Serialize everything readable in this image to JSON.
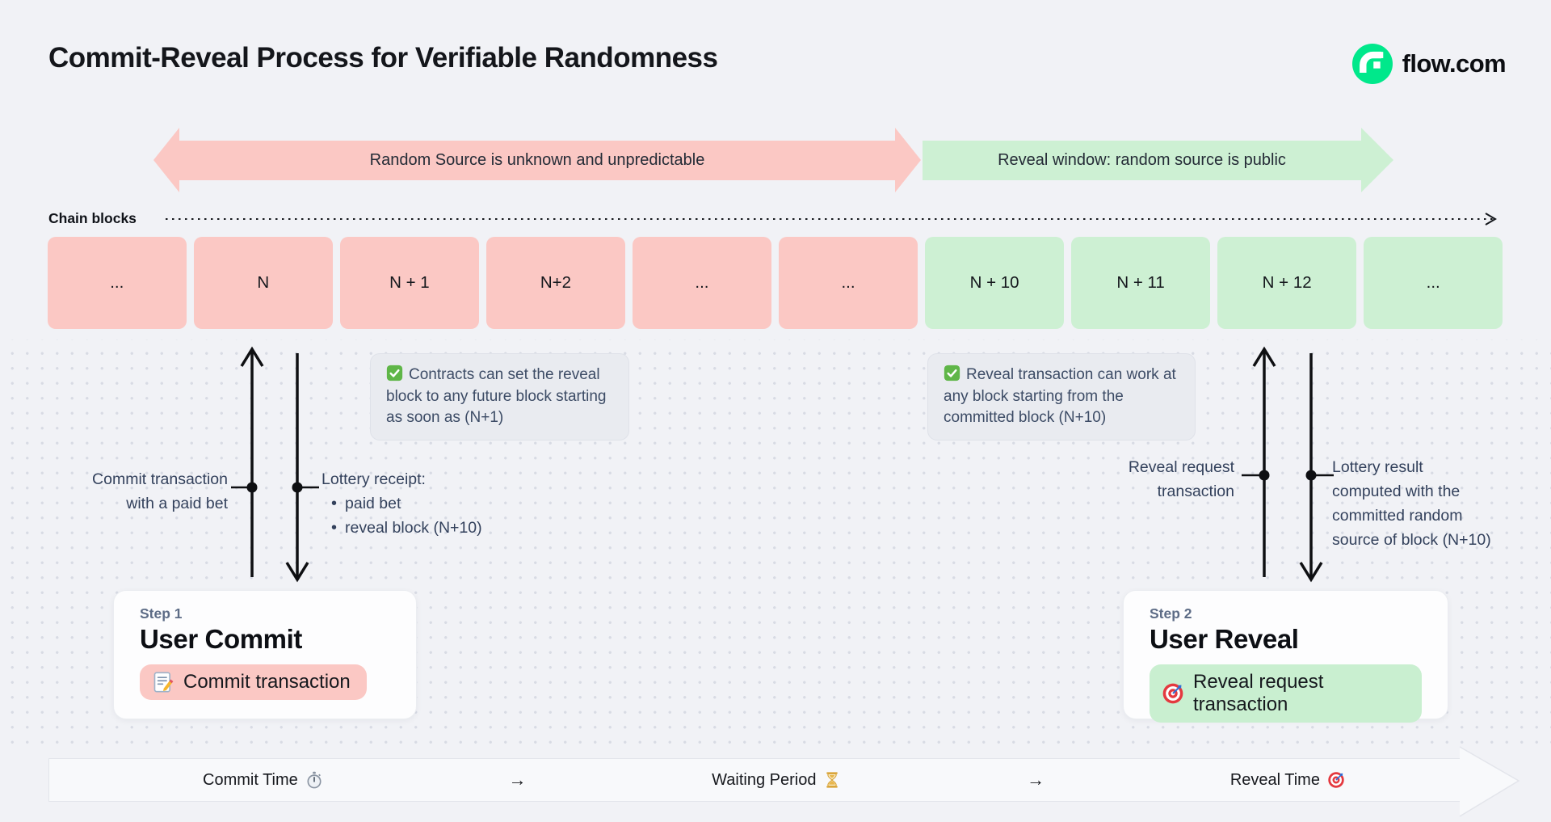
{
  "header": {
    "title": "Commit-Reveal Process for Verifiable Randomness",
    "brand": "flow.com",
    "brand_color": "#00E88B"
  },
  "phases": {
    "commit": {
      "label": "Random Source is unknown and unpredictable",
      "color": "#FBC8C4"
    },
    "reveal": {
      "label": "Reveal window: random source is public",
      "color": "#CDF0D3"
    }
  },
  "chain": {
    "label": "Chain blocks",
    "blocks": [
      {
        "label": "...",
        "phase": "commit"
      },
      {
        "label": "N",
        "phase": "commit"
      },
      {
        "label": "N + 1",
        "phase": "commit"
      },
      {
        "label": "N+2",
        "phase": "commit"
      },
      {
        "label": "...",
        "phase": "commit"
      },
      {
        "label": "...",
        "phase": "commit"
      },
      {
        "label": "N + 10",
        "phase": "reveal"
      },
      {
        "label": "N + 11",
        "phase": "reveal"
      },
      {
        "label": "N + 12",
        "phase": "reveal"
      },
      {
        "label": "...",
        "phase": "reveal"
      }
    ]
  },
  "annotations": {
    "commit": {
      "icon": "check-icon",
      "text": "Contracts can set the reveal block to any future block starting as soon as (N+1)"
    },
    "reveal": {
      "icon": "check-icon",
      "text": "Reveal transaction can work at any block starting from the committed block (N+10)"
    }
  },
  "commit_flow": {
    "up_label": {
      "line1": "Commit transaction",
      "line2": "with a paid bet"
    },
    "down_label": {
      "title": "Lottery receipt:",
      "bullets": [
        "paid bet",
        "reveal block (N+10)"
      ]
    }
  },
  "reveal_flow": {
    "up_label": {
      "line1": "Reveal request",
      "line2": "transaction"
    },
    "down_label": {
      "line1": "Lottery result",
      "line2": "computed with the",
      "line3": "committed random",
      "line4": "source of block (N+10)"
    }
  },
  "steps": {
    "commit": {
      "eyebrow": "Step 1",
      "title": "User Commit",
      "badge": {
        "icon": "memo-icon",
        "label": "Commit transaction"
      }
    },
    "reveal": {
      "eyebrow": "Step 2",
      "title": "User Reveal",
      "badge": {
        "icon": "target-icon",
        "label": "Reveal request transaction"
      }
    }
  },
  "timeline": {
    "items": [
      {
        "label": "Commit Time",
        "icon": "stopwatch-icon"
      },
      {
        "label": "→",
        "icon": ""
      },
      {
        "label": "Waiting Period",
        "icon": "hourglass-icon"
      },
      {
        "label": "→",
        "icon": ""
      },
      {
        "label": "Reveal Time",
        "icon": "target-icon"
      }
    ]
  }
}
